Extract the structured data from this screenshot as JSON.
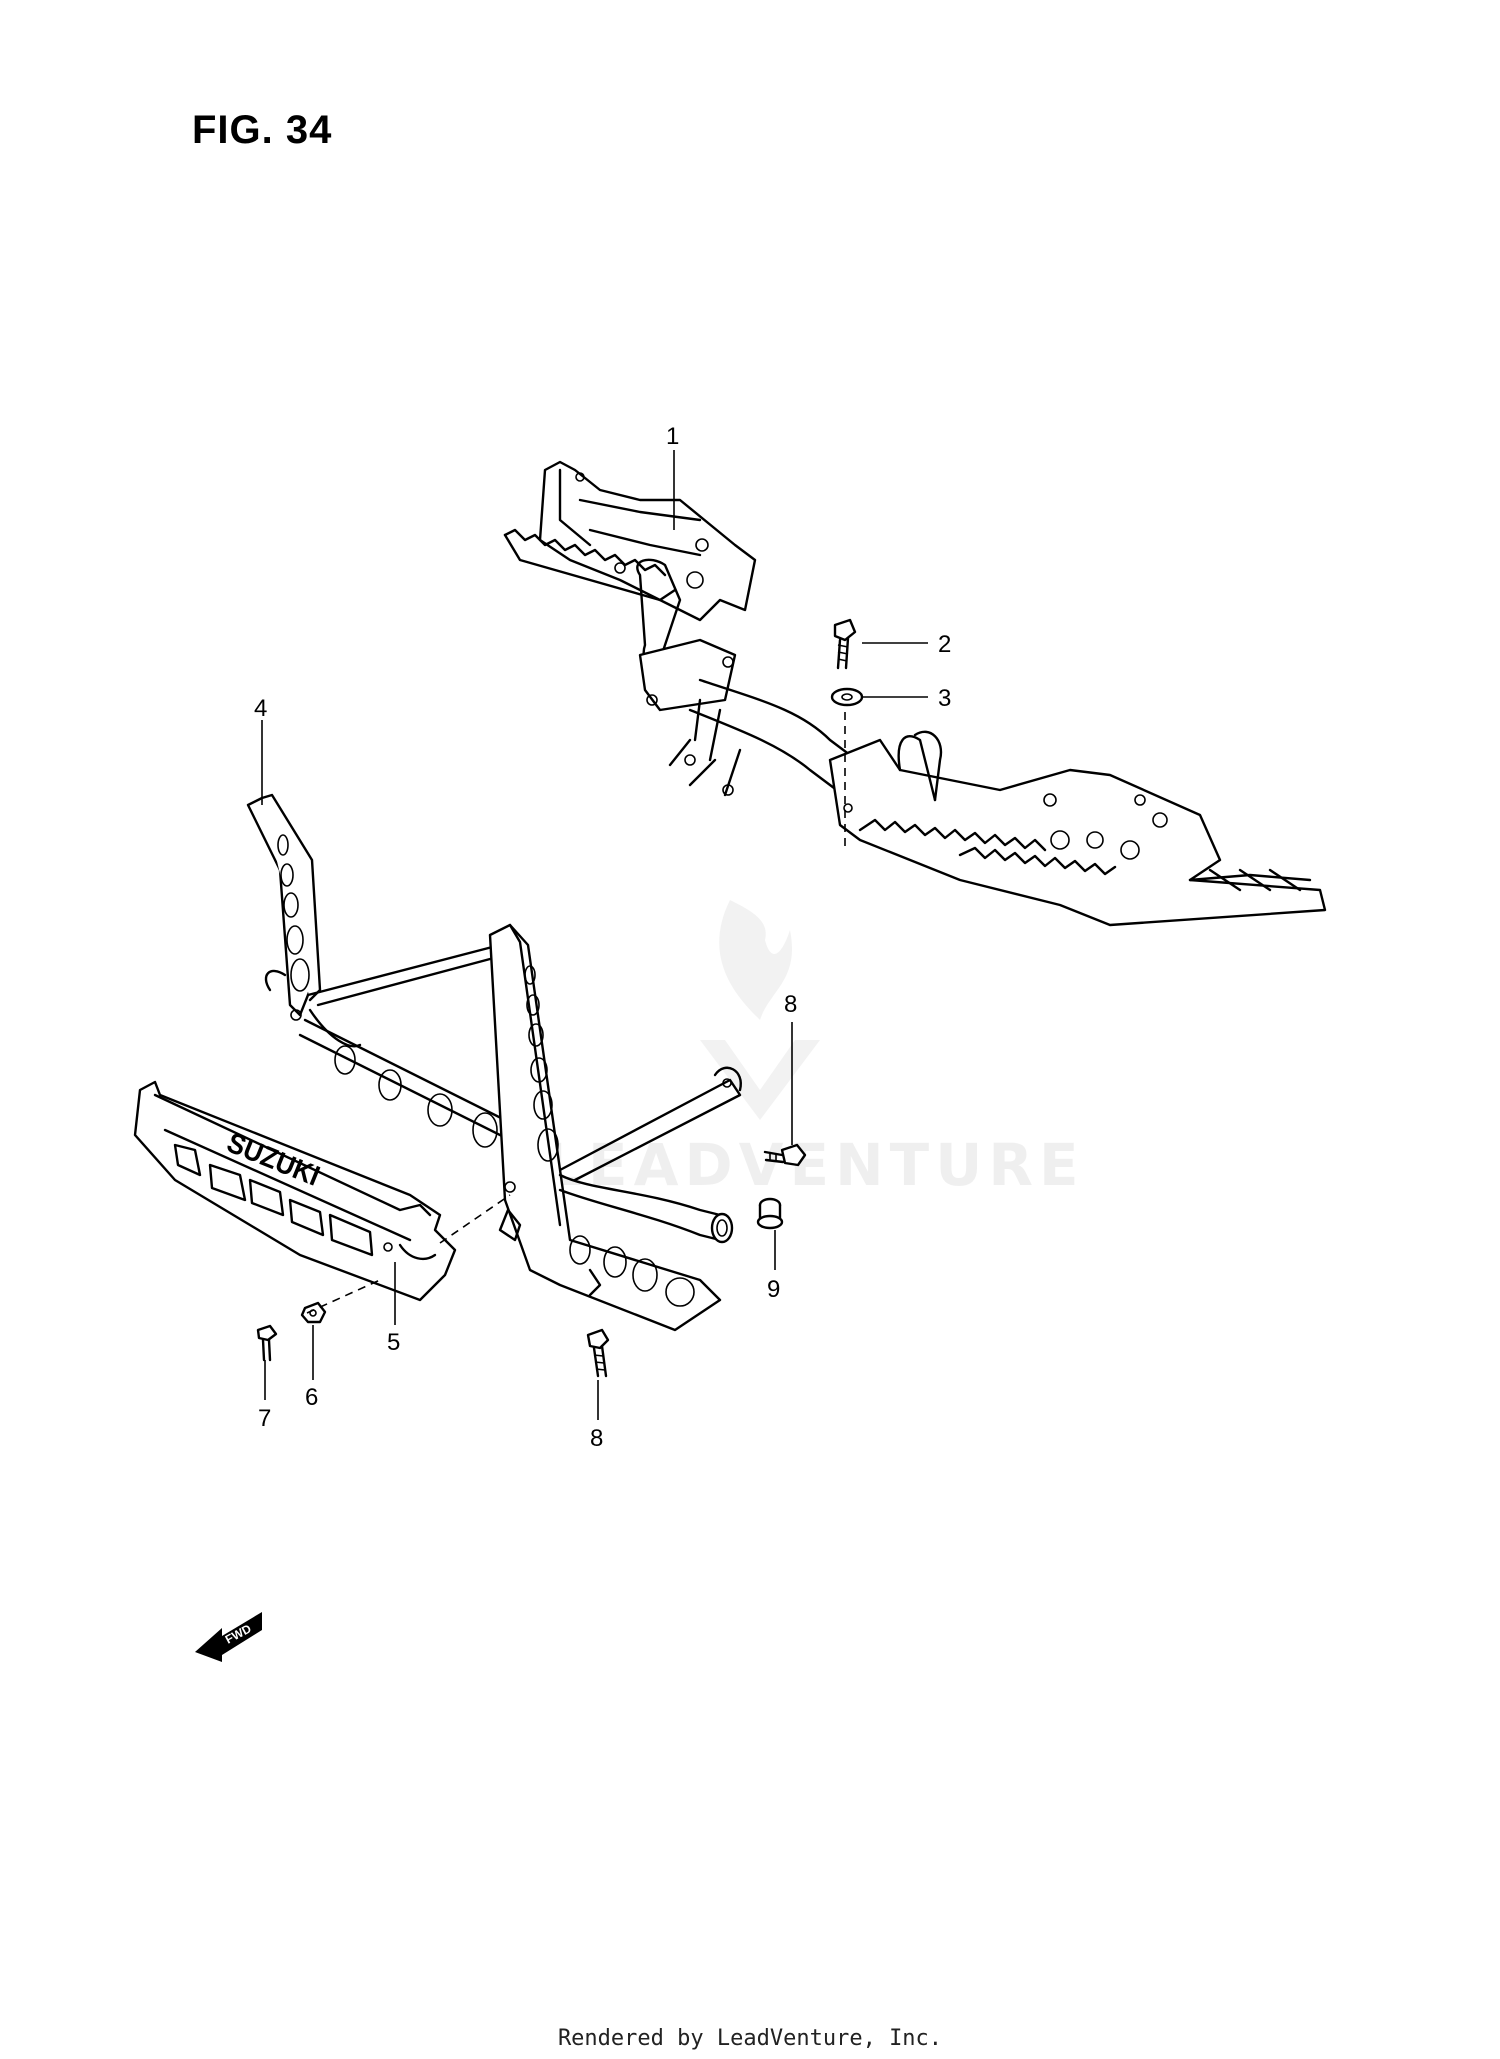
{
  "figure": {
    "title": "FIG. 34"
  },
  "parts": {
    "p1": "1",
    "p2": "2",
    "p3": "3",
    "p4": "4",
    "p5": "5",
    "p6": "6",
    "p7": "7",
    "p8a": "8",
    "p8b": "8",
    "p9": "9"
  },
  "cover_text": "SUZUKI",
  "fwd_label": "FWD",
  "watermark": "LEADVENTURE",
  "footer": "Rendered by LeadVenture, Inc."
}
